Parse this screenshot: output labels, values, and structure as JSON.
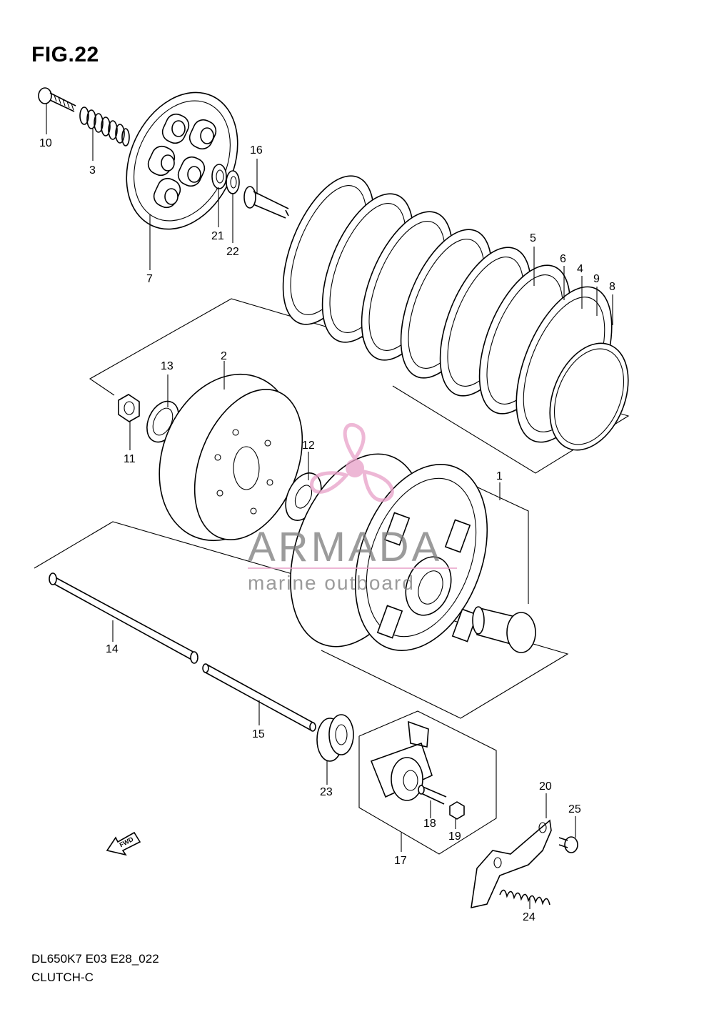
{
  "figure": {
    "title": "FIG.22",
    "model_code": "DL650K7 E03 E28_022",
    "section_name": "CLUTCH-C"
  },
  "watermark": {
    "brand": "ARMADA",
    "tagline": "marine outboard",
    "color": "#e8a0c8"
  },
  "callouts": [
    {
      "id": "10",
      "label": "10"
    },
    {
      "id": "3",
      "label": "3"
    },
    {
      "id": "16",
      "label": "16"
    },
    {
      "id": "21",
      "label": "21"
    },
    {
      "id": "22",
      "label": "22"
    },
    {
      "id": "7",
      "label": "7"
    },
    {
      "id": "5",
      "label": "5"
    },
    {
      "id": "6",
      "label": "6"
    },
    {
      "id": "4",
      "label": "4"
    },
    {
      "id": "9",
      "label": "9"
    },
    {
      "id": "8",
      "label": "8"
    },
    {
      "id": "13",
      "label": "13"
    },
    {
      "id": "2",
      "label": "2"
    },
    {
      "id": "11",
      "label": "11"
    },
    {
      "id": "12",
      "label": "12"
    },
    {
      "id": "1",
      "label": "1"
    },
    {
      "id": "14",
      "label": "14"
    },
    {
      "id": "15",
      "label": "15"
    },
    {
      "id": "23",
      "label": "23"
    },
    {
      "id": "20",
      "label": "20"
    },
    {
      "id": "25",
      "label": "25"
    },
    {
      "id": "18",
      "label": "18"
    },
    {
      "id": "19",
      "label": "19"
    },
    {
      "id": "17",
      "label": "17"
    },
    {
      "id": "24",
      "label": "24"
    }
  ],
  "direction_marker": {
    "label": "FWD",
    "icon": "forward-arrow-icon"
  }
}
